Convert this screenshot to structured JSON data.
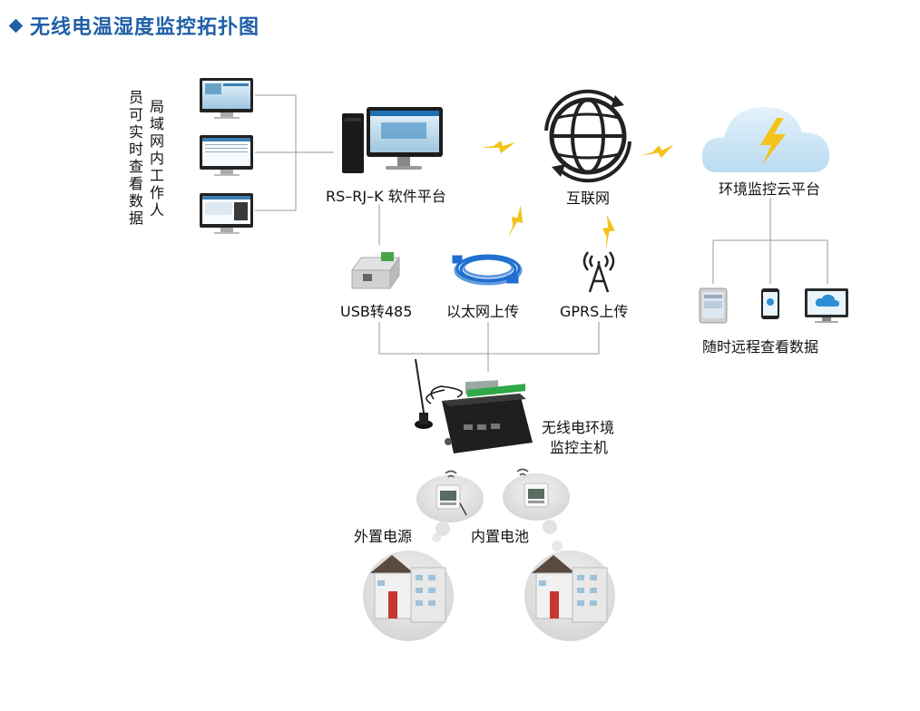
{
  "title": "无线电温湿度监控拓扑图",
  "colors": {
    "accent": "#1f5fa8",
    "line": "#9a9a9a",
    "lightning": "#f3c21b",
    "cloud": "#cfe7f7",
    "cable": "#1e6fd0"
  },
  "labels": {
    "lan_users_col1": "局域网内工作人",
    "lan_users_col2": "员可实时查看数据",
    "software_platform": "RS–RJ–K 软件平台",
    "internet": "互联网",
    "cloud_platform": "环境监控云平台",
    "usb485": "USB转485",
    "ethernet": "以太网上传",
    "gprs": "GPRS上传",
    "remote_view": "随时远程查看数据",
    "host_line1": "无线电环境",
    "host_line2": "监控主机",
    "external_power": "外置电源",
    "battery": "内置电池"
  },
  "icons": {
    "monitors": "monitor-icon",
    "pc": "desktop-pc-icon",
    "globe": "globe-icon",
    "cloud": "cloud-icon",
    "lightning": "lightning-icon",
    "converter": "usb-converter-icon",
    "cable": "network-cable-icon",
    "antenna": "antenna-tower-icon",
    "tablet": "tablet-icon",
    "phone": "phone-icon",
    "host": "host-device-icon",
    "sensor": "sensor-icon",
    "building": "building-icon"
  }
}
